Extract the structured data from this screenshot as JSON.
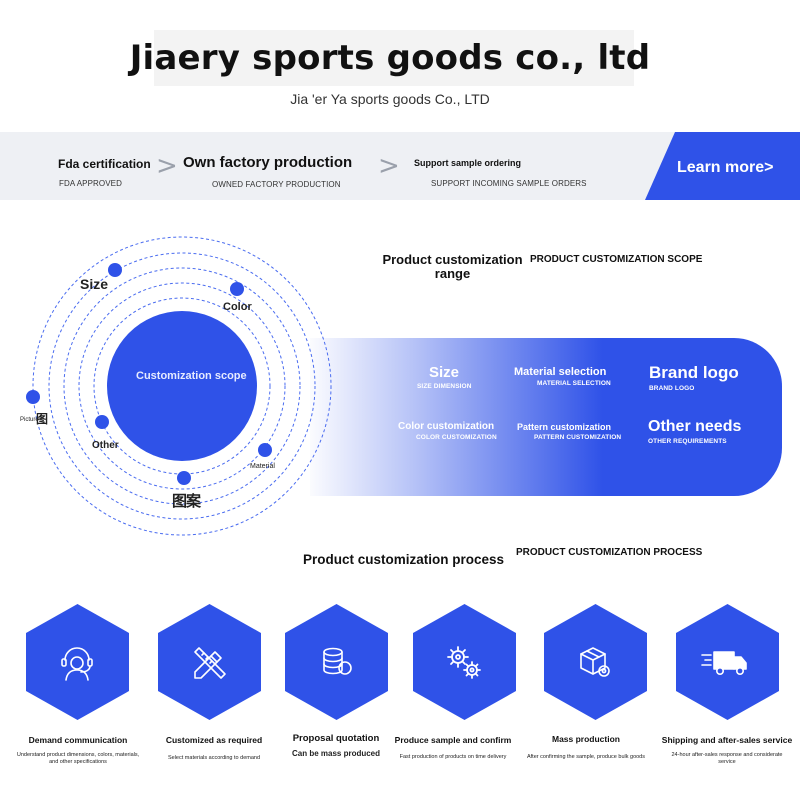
{
  "header": {
    "title": "Jiaery sports goods co., ltd",
    "subtitle": "Jia 'er Ya sports goods Co., LTD"
  },
  "features": [
    {
      "title": "Fda certification",
      "subtitle": "FDA APPROVED"
    },
    {
      "title": "Own factory production",
      "subtitle": "OWNED FACTORY PRODUCTION"
    },
    {
      "title": "Support sample ordering",
      "subtitle": "SUPPORT INCOMING SAMPLE ORDERS"
    }
  ],
  "learn_more": "Learn more>",
  "customization": {
    "title": "Product customization range",
    "subtitle": "PRODUCT CUSTOMIZATION SCOPE",
    "center_label": "Customization scope",
    "orbit_labels": {
      "size": "Size",
      "color": "Color",
      "picture": "Picture",
      "other": "Other",
      "material": "Material",
      "glyph_a": "图",
      "glyph_b": "图案"
    },
    "items": [
      {
        "title": "Size",
        "subtitle": "SIZE DIMENSION"
      },
      {
        "title": "Material selection",
        "subtitle": "MATERIAL SELECTION"
      },
      {
        "title": "Brand logo",
        "subtitle": "BRAND LOGO"
      },
      {
        "title": "Color customization",
        "subtitle": "COLOR CUSTOMIZATION"
      },
      {
        "title": "Pattern customization",
        "subtitle": "PATTERN CUSTOMIZATION"
      },
      {
        "title": "Other needs",
        "subtitle": "OTHER REQUIREMENTS"
      }
    ]
  },
  "process": {
    "title": "Product customization process",
    "subtitle": "PRODUCT CUSTOMIZATION PROCESS",
    "steps": [
      {
        "label": "Demand communication",
        "desc": "Understand product dimensions, colors, materials, and other specifications",
        "icon": "headset-person-icon"
      },
      {
        "label": "Customized as required",
        "desc": "Select materials according to demand",
        "icon": "ruler-pencil-icon"
      },
      {
        "label": "Proposal quotation",
        "desc": "Can be mass produced",
        "icon": "coin-stack-icon"
      },
      {
        "label": "Produce sample and confirm",
        "desc": "Fast production of products on time delivery",
        "icon": "gears-icon"
      },
      {
        "label": "Mass production",
        "desc": "After confirming the sample, produce bulk goods",
        "icon": "box-gear-icon"
      },
      {
        "label": "Shipping and after-sales service",
        "desc": "24-hour after-sales response and considerate service",
        "icon": "delivery-truck-icon"
      }
    ]
  },
  "colors": {
    "accent": "#2f52e8",
    "band": "#eef0f4",
    "orbit_line": "#4a6cf0"
  }
}
